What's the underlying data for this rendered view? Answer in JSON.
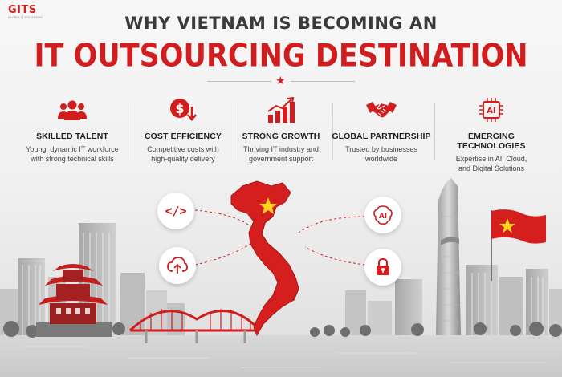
{
  "logo": {
    "name": "GITS",
    "tagline": "GLOBAL IT SOLUTIONS"
  },
  "title": {
    "line1": "WHY VIETNAM IS BECOMING AN",
    "line2": "IT OUTSOURCING DESTINATION"
  },
  "features": [
    {
      "icon": "team-icon",
      "title": "SKILLED TALENT",
      "desc_line1": "Young, dynamic IT workforce",
      "desc_line2": "with strong technical skills"
    },
    {
      "icon": "dollar-down-icon",
      "title": "COST EFFICIENCY",
      "desc_line1": "Competitive costs with",
      "desc_line2": "high-quality delivery"
    },
    {
      "icon": "growth-chart-icon",
      "title": "STRONG GROWTH",
      "desc_line1": "Thriving IT industry and",
      "desc_line2": "government support"
    },
    {
      "icon": "handshake-icon",
      "title": "GLOBAL PARTNERSHIP",
      "desc_line1": "Trusted by businesses",
      "desc_line2": "worldwide"
    },
    {
      "icon": "ai-chip-icon",
      "title": "EMERGING TECHNOLOGIES",
      "desc_line1": "Expertise in AI, Cloud,",
      "desc_line2": "and Digital Solutions"
    }
  ],
  "tech_icons": [
    {
      "icon": "code-icon",
      "label": "</>"
    },
    {
      "icon": "cloud-upload-icon"
    },
    {
      "icon": "ai-brain-icon",
      "label": "AI"
    },
    {
      "icon": "security-lock-icon"
    }
  ],
  "colors": {
    "accent": "#d11d1d",
    "flag_star": "#ffd21f",
    "text_dark": "#1f1f1f"
  }
}
